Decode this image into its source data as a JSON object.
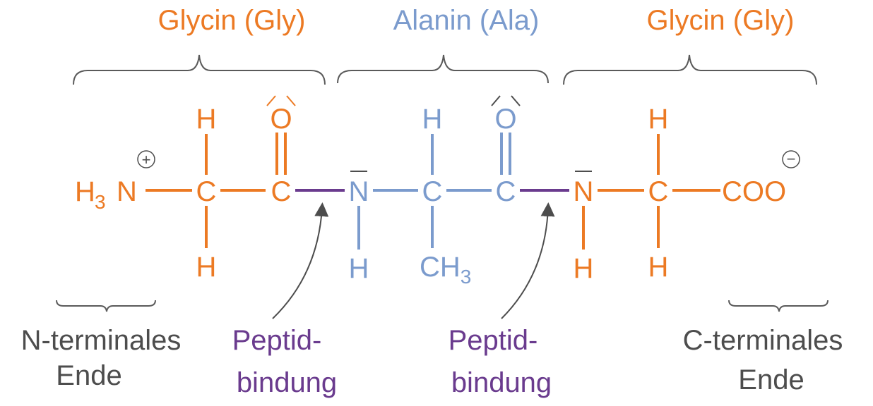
{
  "colors": {
    "glycine": "#ec7a24",
    "alanine": "#7b9bcd",
    "peptide_bond": "#6a3b8e",
    "gray": "#4d4d4d",
    "bracket": "#5a5a5a",
    "background": "#ffffff"
  },
  "residues": {
    "first": "Glycin (Gly)",
    "middle": "Alanin (Ala)",
    "last": "Glycin (Gly)"
  },
  "atoms": {
    "h": "H",
    "c": "C",
    "o": "O",
    "n": "N",
    "ch3_main": "CH",
    "ch3_sub": "3",
    "h3n_h": "H",
    "h3n_sub": "3",
    "h3n_n": "N",
    "coo": "COO",
    "plus": "+",
    "minus": "−"
  },
  "labels": {
    "n_terminal_line1": "N-terminales",
    "n_terminal_line2": "Ende",
    "peptide_line1": "Peptid-",
    "peptide_line2": "bindung",
    "c_terminal_line1": "C-terminales",
    "c_terminal_line2": "Ende"
  }
}
